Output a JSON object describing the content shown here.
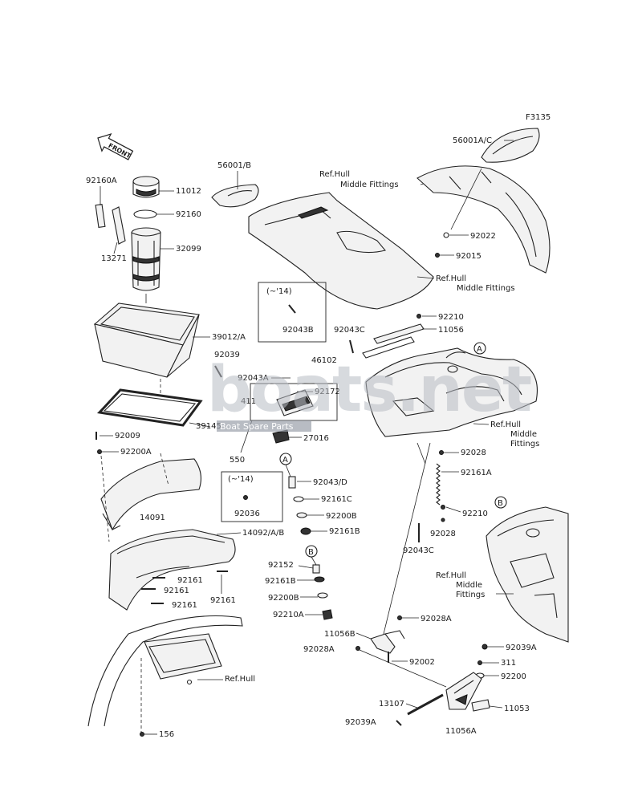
{
  "figure_code": "F3135",
  "front_arrow_label": "FRONT",
  "watermark": {
    "logo": "boats.net",
    "tagline": "Boat Spare Parts"
  },
  "part_labels": {
    "p92160A": "92160A",
    "p11012": "11012",
    "p92160": "92160",
    "p13271": "13271",
    "p32099": "32099",
    "p39012A": "39012/A",
    "p92039": "92039",
    "p39145": "39145",
    "p92009": "92009",
    "p92200A": "92200A",
    "p14091": "14091",
    "p14092AB": "14092/A/B",
    "p92161a": "92161",
    "p92161b": "92161",
    "p92161c": "92161",
    "p92161d": "92161",
    "p156": "156",
    "p56001B": "56001/B",
    "p56001AC": "56001A/C",
    "p92022": "92022",
    "p92015": "92015",
    "p92043B": "92043B",
    "p92043C_top": "92043C",
    "p92210_top": "92210",
    "p11056": "11056",
    "p46102": "46102",
    "p92043A": "92043A",
    "p411": "411",
    "p92172": "92172",
    "p27016": "27016",
    "p550": "550",
    "p92036": "92036",
    "p92043D": "92043/D",
    "p92161C": "92161C",
    "p92200B_a": "92200B",
    "p92161B_a": "92161B",
    "p92152": "92152",
    "p92161B_b": "92161B",
    "p92200B_b": "92200B",
    "p92210A": "92210A",
    "p92028_a": "92028",
    "p92161A": "92161A",
    "p92210_mid": "92210",
    "p92028_b": "92028",
    "p92043C_mid": "92043C",
    "p11056B": "11056B",
    "p92028A_a": "92028A",
    "p92028A_b": "92028A",
    "p92002": "92002",
    "p92039A_a": "92039A",
    "p311": "311",
    "p92200": "92200",
    "p13107": "13107",
    "p11053": "11053",
    "p92039A_b": "92039A",
    "p11056A": "11056A"
  },
  "ref_labels": {
    "ref1_line1": "Ref.Hull",
    "ref1_line2": "Middle Fittings",
    "ref2_line1": "Ref.Hull",
    "ref2_line2": "Middle Fittings",
    "ref3_line1": "Ref.Hull",
    "ref3_line2": "Middle",
    "ref3_line3": "Fittings",
    "ref4_line1": "Ref.Hull",
    "ref4_line2": "Middle",
    "ref4_line3": "Fittings",
    "ref5": "Ref.Hull"
  },
  "model_notes": {
    "note1": "(~'14)",
    "note2": "(~'14)"
  },
  "callouts": {
    "A_top": "A",
    "A_mid": "A",
    "B_mid": "B",
    "B_right": "B"
  }
}
